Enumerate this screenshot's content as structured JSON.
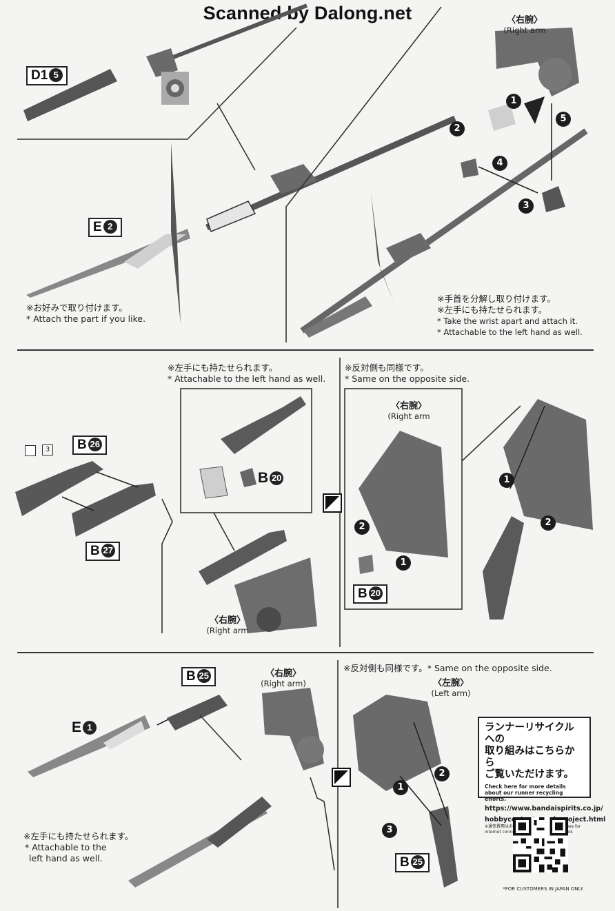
{
  "watermark": "Scanned by Dalong.net",
  "section1": {
    "label_d1": "D1",
    "label_d1_num": "5",
    "label_e2": "E",
    "label_e2_num": "2",
    "note_left_jp": "※お好みで取り付けます。",
    "note_left_en": "* Attach the part if you like.",
    "arm_right_jp": "〈右腕〉",
    "arm_right_en": "(Right arm",
    "note_right_jp1": "※手首を分解し取り付けます。",
    "note_right_jp2": "※左手にも持たせられます。",
    "note_right_en1": "* Take the wrist apart and attach it.",
    "note_right_en2": "* Attachable to the left hand as well.",
    "steps": [
      "1",
      "2",
      "3",
      "4",
      "5"
    ]
  },
  "section2": {
    "label_b26": "B",
    "label_b26_num": "26",
    "label_b27": "B",
    "label_b27_num": "27",
    "small_num": "3",
    "note_mid_jp": "※左手にも持たせられます。",
    "note_mid_en": "* Attachable to the left hand as well.",
    "label_b20": "B",
    "label_b20_num": "20",
    "arm_right_jp": "〈右腕〉",
    "arm_right_en": "(Right arm",
    "note_right_jp": "※反対側も同様です。",
    "note_right_en": "* Same on the opposite side.",
    "arm_right2_jp": "〈右腕〉",
    "arm_right2_en": "(Right arm",
    "label_b20b": "B",
    "label_b20b_num": "20",
    "steps": [
      "1",
      "2",
      "1",
      "2"
    ]
  },
  "section3": {
    "label_b25": "B",
    "label_b25_num": "25",
    "label_e1": "E",
    "label_e1_num": "1",
    "arm_right_jp": "〈右腕〉",
    "arm_right_en": "(Right arm)",
    "note_left_jp": "※左手にも持たせられます。",
    "note_left_en1": "* Attachable to the",
    "note_left_en2": "left hand as well.",
    "note_right": "※反対側も同様です。* Same on the opposite side.",
    "arm_left_jp": "〈左腕〉",
    "arm_left_en": "(Left arm)",
    "label_b25b": "B",
    "label_b25b_num": "25",
    "steps": [
      "1",
      "2",
      "3"
    ]
  },
  "recycle": {
    "heading1": "ランナーリサイクルへの",
    "heading2": "取り組みはこちらから",
    "heading3": "ご覧いただけます。",
    "desc": "Check here for more details about our runner recycling efforts.",
    "url1": "https://www.bandaispirits.co.jp/",
    "url2": "hobbycenter/recycleproject.html",
    "fee_note": "※通信費用はお客様のご負担になります。*Fees for internet connection, etc., are not included.",
    "qr_note": "*FOR CUSTOMERS IN JAPAN ONLY."
  }
}
